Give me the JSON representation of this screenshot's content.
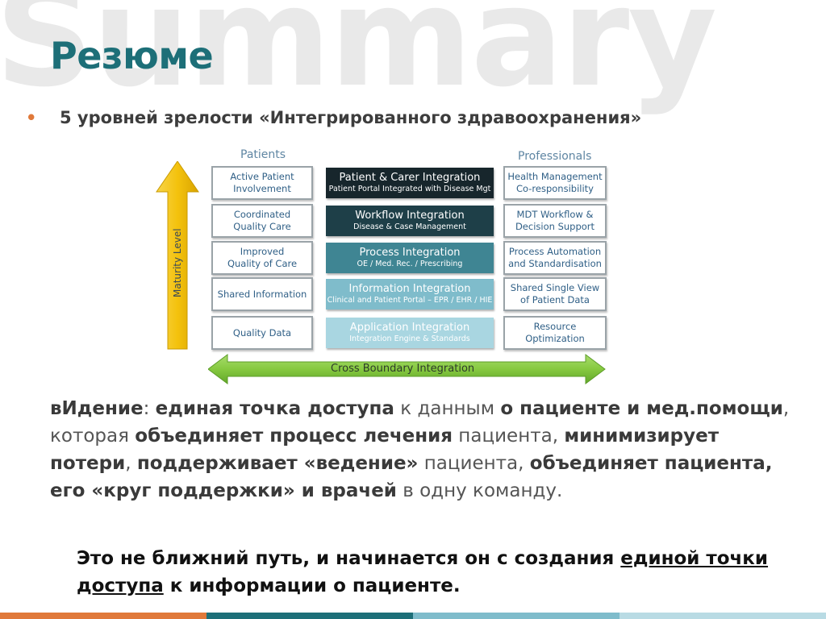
{
  "watermark": "Summary",
  "title": "Резюме",
  "bullet": "5 уровней зрелости «Интегрированного здравоохранения»",
  "diagram": {
    "patients_label": "Patients",
    "professionals_label": "Professionals",
    "maturity_label": "Maturity Level",
    "cross_label": "Cross Boundary Integration",
    "patients": [
      {
        "l1": "Active Patient",
        "l2": "Involvement"
      },
      {
        "l1": "Coordinated",
        "l2": "Quality Care"
      },
      {
        "l1": "Improved",
        "l2": "Quality of Care"
      },
      {
        "l1": "Shared Information",
        "l2": ""
      },
      {
        "l1": "Quality Data",
        "l2": ""
      }
    ],
    "integration": [
      {
        "l1": "Patient & Carer Integration",
        "l2": "Patient Portal Integrated with Disease Mgt",
        "color": "#17262c"
      },
      {
        "l1": "Workflow Integration",
        "l2": "Disease & Case Management",
        "color": "#1e3f48"
      },
      {
        "l1": "Process Integration",
        "l2": "OE / Med. Rec. / Prescribing",
        "color": "#3f8593"
      },
      {
        "l1": "Information Integration",
        "l2": "Clinical and Patient Portal – EPR / EHR / HIE",
        "color": "#7fbccb"
      },
      {
        "l1": "Application Integration",
        "l2": "Integration Engine & Standards",
        "color": "#a9d6e1"
      }
    ],
    "professionals": [
      {
        "l1": "Health Management",
        "l2": "Co-responsibility"
      },
      {
        "l1": "MDT Workflow &",
        "l2": "Decision Support"
      },
      {
        "l1": "Process Automation",
        "l2": "and Standardisation"
      },
      {
        "l1": "Shared Single View",
        "l2": "of Patient Data"
      },
      {
        "l1": "Resource Optimization",
        "l2": ""
      }
    ],
    "colors": {
      "arrow_v": "#f4c20d",
      "arrow_h": "#86c940"
    }
  },
  "paragraph": {
    "p1": "вИдение",
    "p2": ": ",
    "p3": "единая точка доступа",
    "p4": " к данным ",
    "p5": "о пациенте и мед.помощи",
    "p6": ", которая ",
    "p7": "объединяет процесс лечения",
    "p8": " пациента, ",
    "p9": "минимизирует потери",
    "p10": ", ",
    "p11": "поддерживает «ведение»",
    "p12": " пациента, ",
    "p13": "объединяет пациента, его «круг поддержки» и врачей",
    "p14": " в одну команду."
  },
  "conclusion": {
    "c1": "Это не ближний путь, и начинается он с создания ",
    "c2": "единой точки доступа",
    "c3": " к информации о пациенте."
  },
  "bottom_bar_colors": [
    "#e0793a",
    "#1d6f78",
    "#7fbccb",
    "#b9dbe4"
  ]
}
